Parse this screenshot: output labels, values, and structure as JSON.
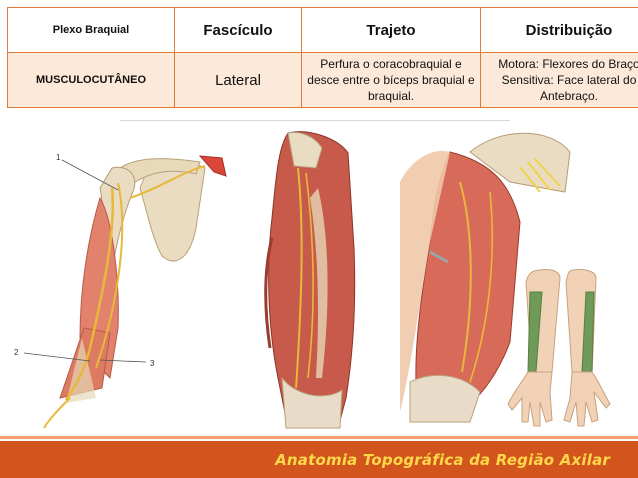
{
  "table": {
    "headers": [
      "Plexo Braquial",
      "Fascículo",
      "Trajeto",
      "Distribuição"
    ],
    "row": {
      "nerve": "MUSCULOCUTÂNEO",
      "fasciculus": "Lateral",
      "path": "Perfura o coracobraquial e desce entre o bíceps braquial e braquial.",
      "distribution": "Motora: Flexores do Braço Sensitiva: Face lateral do Antebraço."
    }
  },
  "figure1": {
    "labels": [
      "1",
      "2",
      "3"
    ]
  },
  "footer": {
    "title": "Anatomia Topográfica da Região Axilar"
  },
  "colors": {
    "accent": "#d2551e",
    "footer_text": "#ffd84a",
    "table_border": "#e07a3a",
    "row_fill": "#fde9d9"
  }
}
